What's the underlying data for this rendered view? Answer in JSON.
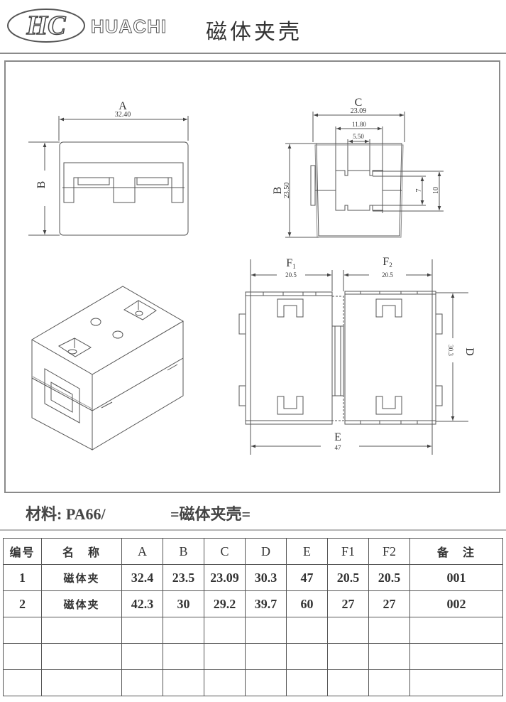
{
  "header": {
    "logo_monogram": "HC",
    "brand": "HUACHI",
    "title": "磁体夹壳"
  },
  "drawing": {
    "front_view": {
      "label_width": "A",
      "value_width": "32.40",
      "label_height": "B"
    },
    "side_view": {
      "label_width": "C",
      "value_width": "23.09",
      "value_inner_width": "11.80",
      "value_slot_width": "5.50",
      "label_height": "B",
      "value_height": "23.50",
      "value_inner_height_7": "7",
      "value_inner_height_10": "10"
    },
    "open_view": {
      "label_f1": "F",
      "label_f1_sub": "1",
      "value_f1": "20.5",
      "label_f2": "F",
      "label_f2_sub": "2",
      "value_f2": "20.5",
      "label_d": "D",
      "value_d": "30.3",
      "label_e": "E",
      "value_e": "47"
    }
  },
  "material": {
    "text": "材料: PA66/",
    "title": "=磁体夹壳="
  },
  "spec_table": {
    "headers": [
      "编号",
      "名　称",
      "A",
      "B",
      "C",
      "D",
      "E",
      "F1",
      "F2",
      "备　注"
    ],
    "rows": [
      [
        "1",
        "磁体夹",
        "32.4",
        "23.5",
        "23.09",
        "30.3",
        "47",
        "20.5",
        "20.5",
        "001"
      ],
      [
        "2",
        "磁体夹",
        "42.3",
        "30",
        "29.2",
        "39.7",
        "60",
        "27",
        "27",
        "002"
      ],
      [
        "",
        "",
        "",
        "",
        "",
        "",
        "",
        "",
        "",
        ""
      ],
      [
        "",
        "",
        "",
        "",
        "",
        "",
        "",
        "",
        "",
        ""
      ],
      [
        "",
        "",
        "",
        "",
        "",
        "",
        "",
        "",
        "",
        ""
      ]
    ]
  }
}
